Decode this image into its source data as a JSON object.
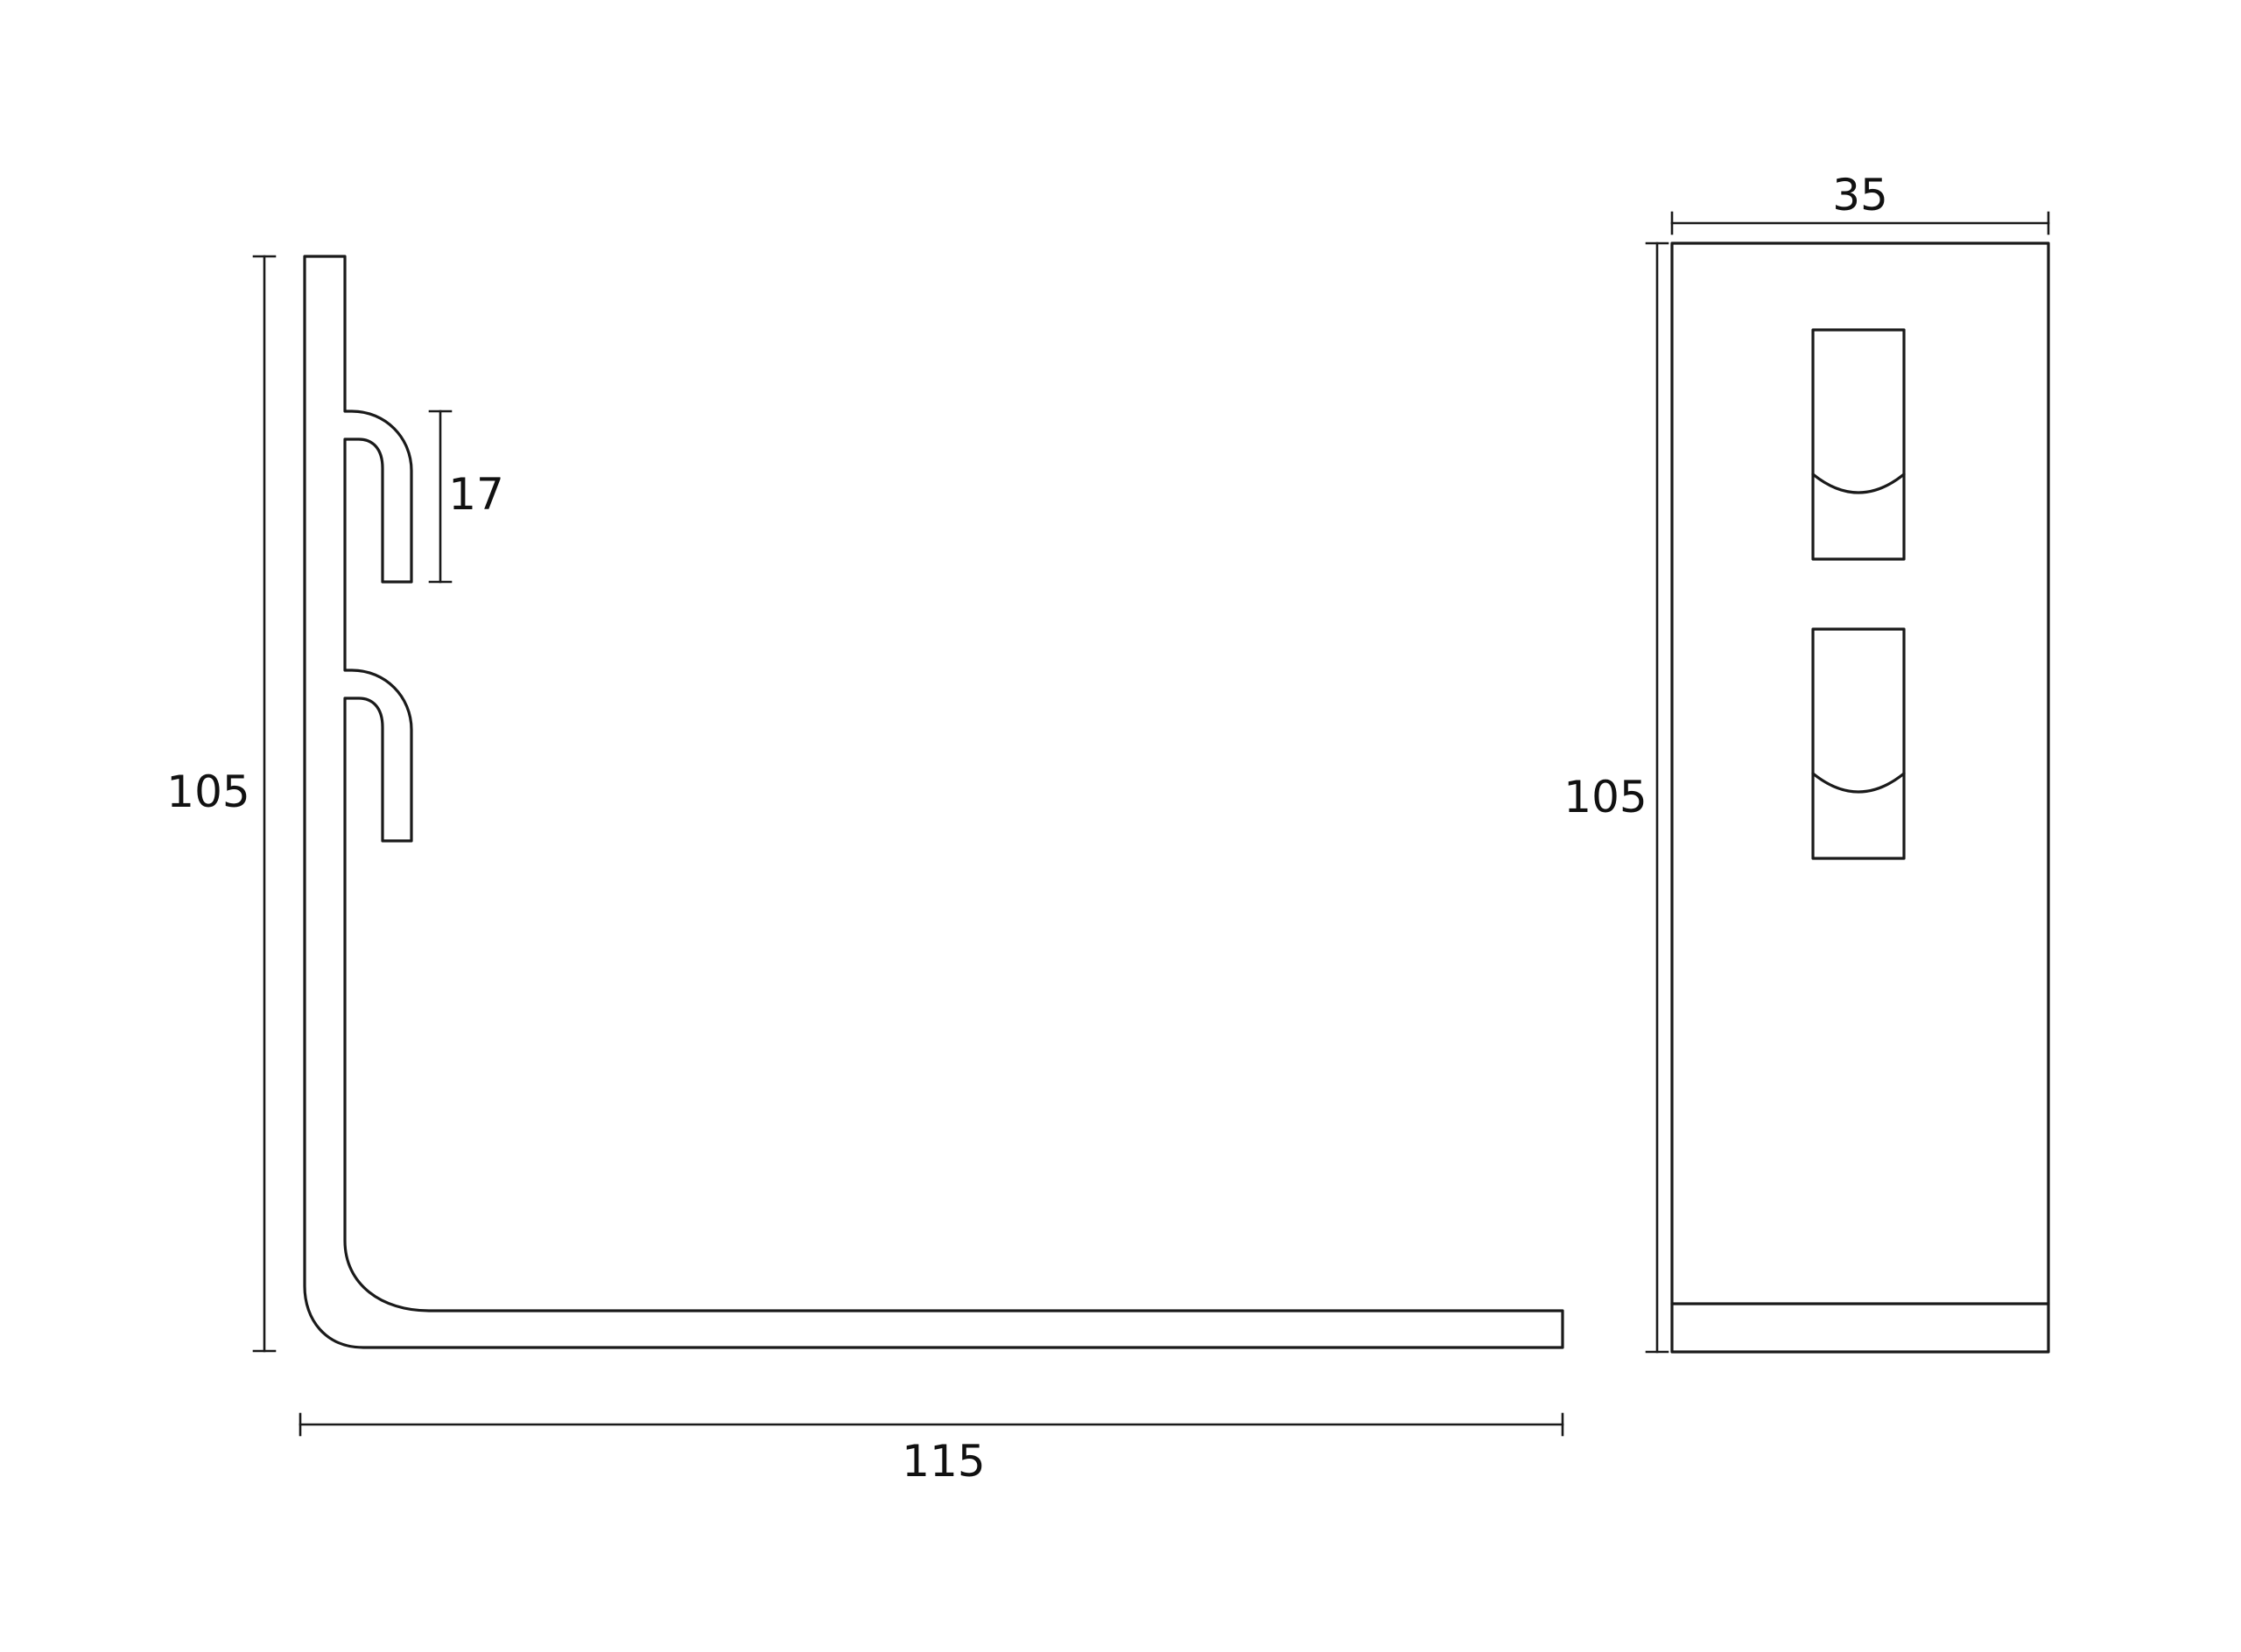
{
  "dimensions": {
    "side_height": "105",
    "side_width": "115",
    "hook_height": "17",
    "front_width": "35",
    "front_height": "105"
  },
  "colors": {
    "stroke": "#1a1a1a",
    "background": "#ffffff"
  }
}
